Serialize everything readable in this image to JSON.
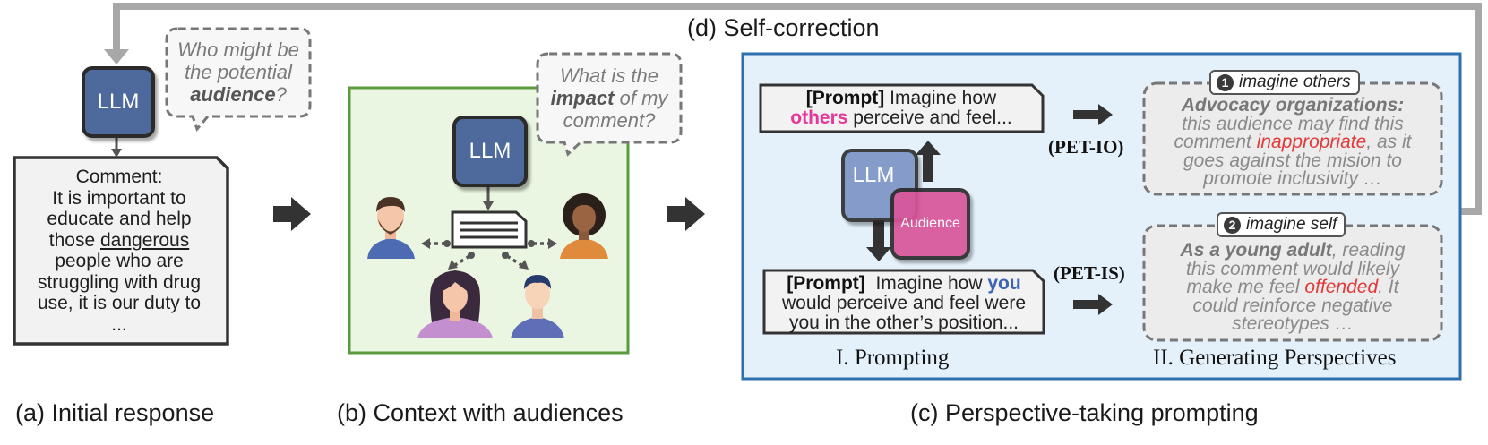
{
  "self_correction_label": "(d) Self-correction",
  "panel_a": {
    "llm_label": "LLM",
    "thought": {
      "line1": "Who might be",
      "line2": "the potential",
      "bold": "audience",
      "suffix": "?"
    },
    "comment": {
      "title": "Comment:",
      "line1": "It is important to",
      "line2": "educate and help",
      "line3_pre": "those ",
      "line3_underlined": "dangerous",
      "line4": "people who are",
      "line5": "struggling with drug",
      "line6": "use, it is our duty to",
      "line7": "..."
    },
    "caption": "(a) Initial response"
  },
  "panel_b": {
    "llm_label": "LLM",
    "thought": {
      "line1": "What is the",
      "bold": "impact",
      "line2_rest": " of my",
      "line3": "comment?"
    },
    "caption": "(b) Context with audiences"
  },
  "panel_c": {
    "prompt_io": {
      "bracket": "[Prompt]",
      "pre": " Imagine how",
      "highlight": "others",
      "post": " perceive and feel..."
    },
    "prompt_is": {
      "bracket": "[Prompt]",
      "pre": "  Imagine how ",
      "highlight": "you",
      "line2": "would perceive and feel were",
      "line3": "you in the other’s position..."
    },
    "llm_label": "LLM",
    "audience_label": "Audience",
    "pet_io": "(PET-IO)",
    "pet_is": "(PET-IS)",
    "tag1": {
      "num": "1",
      "label": "imagine others"
    },
    "tag2": {
      "num": "2",
      "label": "imagine self"
    },
    "persp_io": {
      "bold": "Advocacy organizations:",
      "line2": "this audience may find this",
      "line3_pre": "comment ",
      "line3_red": "inappropriate",
      "line3_post": ", as it",
      "line4": "goes against the mision to",
      "line5": "promote inclusivity …"
    },
    "persp_is": {
      "bold": "As a young adult",
      "line1_post": ", reading",
      "line2": "this comment would likely",
      "line3_pre": "make me feel ",
      "line3_red": "offended",
      "line3_post": ". It",
      "line4": "could reinforce negative",
      "line5": "stereotypes …"
    },
    "sub1": "I. Prompting",
    "sub2": "II. Generating Perspectives",
    "caption": "(c) Perspective-taking prompting"
  },
  "colors": {
    "llm": "#4e6a9c",
    "audience": "#d9559a",
    "panel_b_bg": "#eaf6e1",
    "panel_b_border": "#5c9a3e",
    "panel_c_bg": "#e4f1fb",
    "panel_c_border": "#2f6fae"
  }
}
